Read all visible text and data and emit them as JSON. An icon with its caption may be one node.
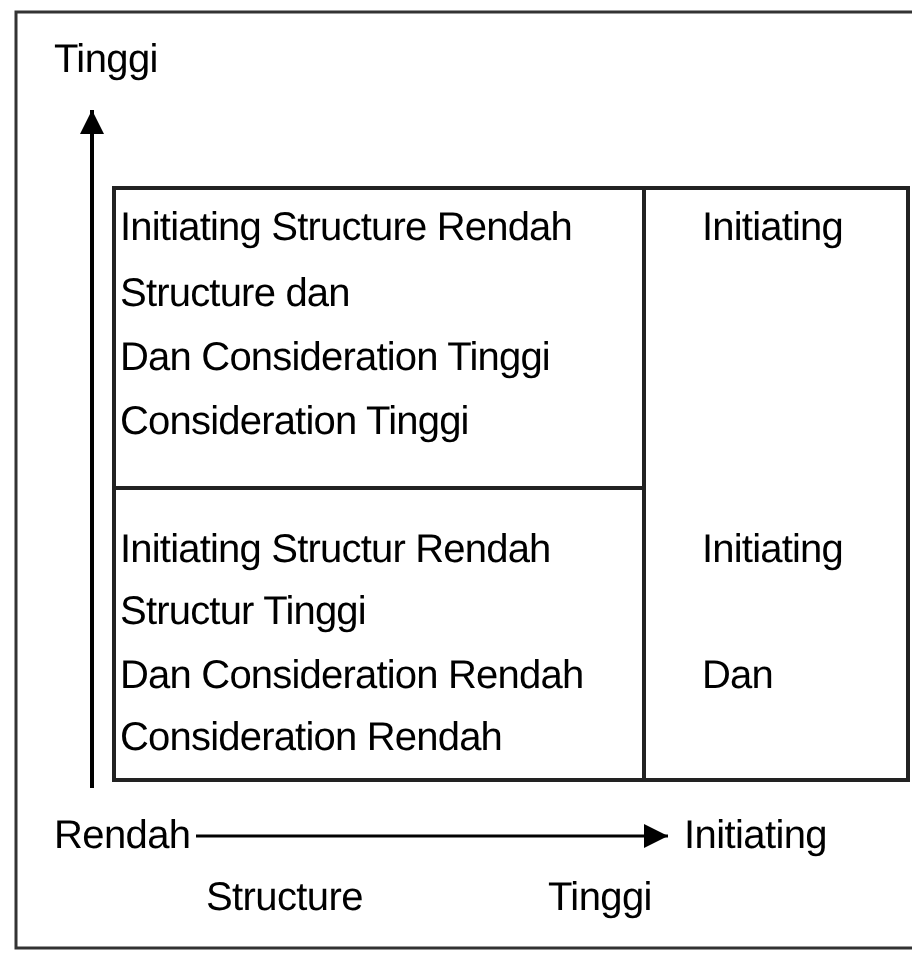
{
  "diagram": {
    "nodes": [
      {
        "text": [
          "Initiating Structure Rendah",
          "Structure dan",
          "Dan Consideration Tinggi",
          "Consideration Tinggi"
        ]
      },
      {
        "text": [
          "Initiating",
          "Initiating",
          "Dan"
        ]
      },
      {
        "text": [
          "Initiating Structur Rendah",
          "Structur Tinggi",
          "Dan Consideration Rendah",
          "Consideration Rendah"
        ]
      }
    ],
    "edges": [],
    "labels": [
      "Tinggi",
      "Rendah",
      "Initiating",
      "Structure",
      "Tinggi"
    ]
  }
}
